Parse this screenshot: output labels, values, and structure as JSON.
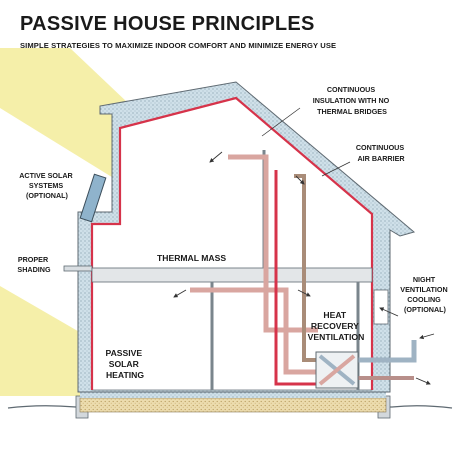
{
  "title": "PASSIVE HOUSE PRINCIPLES",
  "subtitle": "SIMPLE STRATEGIES TO MAXIMIZE INDOOR COMFORT AND MINIMIZE ENERGY USE",
  "labels": {
    "continuous_insulation": [
      "CONTINUOUS",
      "INSULATION WITH NO",
      "THERMAL BRIDGES"
    ],
    "continuous_air_barrier": [
      "CONTINUOUS",
      "AIR BARRIER"
    ],
    "active_solar": [
      "ACTIVE SOLAR",
      "SYSTEMS",
      "(OPTIONAL)"
    ],
    "thermal_mass": [
      "THERMAL MASS"
    ],
    "proper_shading": [
      "PROPER",
      "SHADING"
    ],
    "night_ventilation": [
      "NIGHT",
      "VENTILATION",
      "COOLING",
      "(OPTIONAL)"
    ],
    "heat_recovery": [
      "HEAT",
      "RECOVERY",
      "VENTILATION"
    ],
    "passive_solar": [
      "PASSIVE",
      "SOLAR",
      "HEATING"
    ]
  },
  "colors": {
    "sun": "#f3ec9a",
    "insulation": "#c9dce6",
    "air_barrier": "#d6334a",
    "duct_warm": "#d9a6a0",
    "duct_cool": "#9fb3c3",
    "floor": "#e9d8a6",
    "wall_line": "#5f6a72"
  }
}
